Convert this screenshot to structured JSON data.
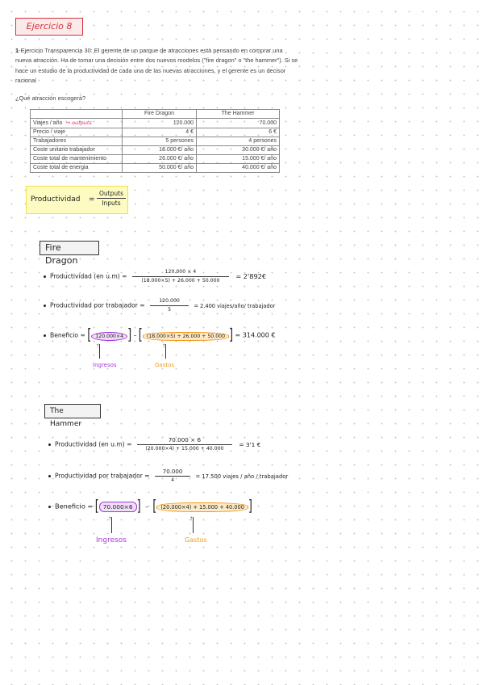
{
  "title": "Ejercicio 8",
  "intro": {
    "number": "1",
    "text": "-Ejercicio Transparencia 30: El gerente de un parque de atracciones está pensando en comprar una nueva atracción. Ha de tomar una decisión entre dos nuevos modelos (\"fire dragon\" o \"the hammer\"). Si se hace un estudio de la productividad de cada una de las nuevas atracciones, y el gerente es un decisor racional"
  },
  "question": "¿Qué atracción escogerá?",
  "table": {
    "headers": [
      "",
      "Fire Dragon",
      "The Hammer"
    ],
    "rows": [
      [
        "Viajes / año",
        "120.000",
        "70.000"
      ],
      [
        "Precio / viaje",
        "4 €",
        "6 €"
      ],
      [
        "Trabajadores",
        "5 persones",
        "4 persones"
      ],
      [
        "Coste unitario trabajador",
        "18.000 €/ año",
        "20.000 €/ año"
      ],
      [
        "Coste total de mantenimiento",
        "26.000 €/ año",
        "15.000 €/ año"
      ],
      [
        "Coste total de energia",
        "50.000 €/ año",
        "40.000 €/ año"
      ]
    ],
    "outputs_note": "outputs"
  },
  "productividad_box": {
    "label": "Productividad",
    "equals": "=",
    "numerator": "Outputs",
    "denominator": "Inputs"
  },
  "fire_dragon": {
    "title": "Fire Dragon",
    "prod_um": {
      "label": "Productividad  (en  u.m) =",
      "numerator": "120.000 × 4",
      "denominator": "(18.000×5) + 26.000 + 50.000",
      "result": "=  2'892€"
    },
    "prod_trab": {
      "label": "Productividad  por  trabajador  =",
      "numerator": "120.000",
      "denominator": "5",
      "result": "=  2.400  viajes/año/ trabajador"
    },
    "beneficio": {
      "label": "Beneficio =",
      "ingresos": "120.000×4",
      "minus": "–",
      "gasto1": "(18.000×5)",
      "gasto_rest": "+ 26.000 + 50.000",
      "result": "= 314.000 €"
    },
    "ingresos_label": "Ingresos",
    "gastos_label": "Gastos"
  },
  "the_hammer": {
    "title": "The Hammer",
    "prod_um": {
      "label": "Productividad  (en  u.m) =",
      "numerator": "70.000 × 6",
      "denominator": "(20.000×4) + 15.000 + 40.000",
      "result": "=  3'1 €"
    },
    "prod_trab": {
      "label": "Productividad  por  trabajador  =",
      "numerator": "70.000",
      "denominator": "4",
      "result": "=  17.500  viajes / año / trabajador"
    },
    "beneficio": {
      "label": "Beneficio =",
      "ingresos": "70.000×6",
      "minus": "–",
      "gasto1": "(20.000×4)",
      "gasto_rest": "+ 15.000 + 40.000"
    },
    "ingresos_label": "Ingresos",
    "gastos_label": "Gastos"
  },
  "colors": {
    "title_red": "#d8323a",
    "outputs_pink": "#e0246e",
    "highlight_yellow": "#fdfbc2",
    "ingresos_purple": "#a236d6",
    "gastos_orange": "#f39a1d"
  }
}
